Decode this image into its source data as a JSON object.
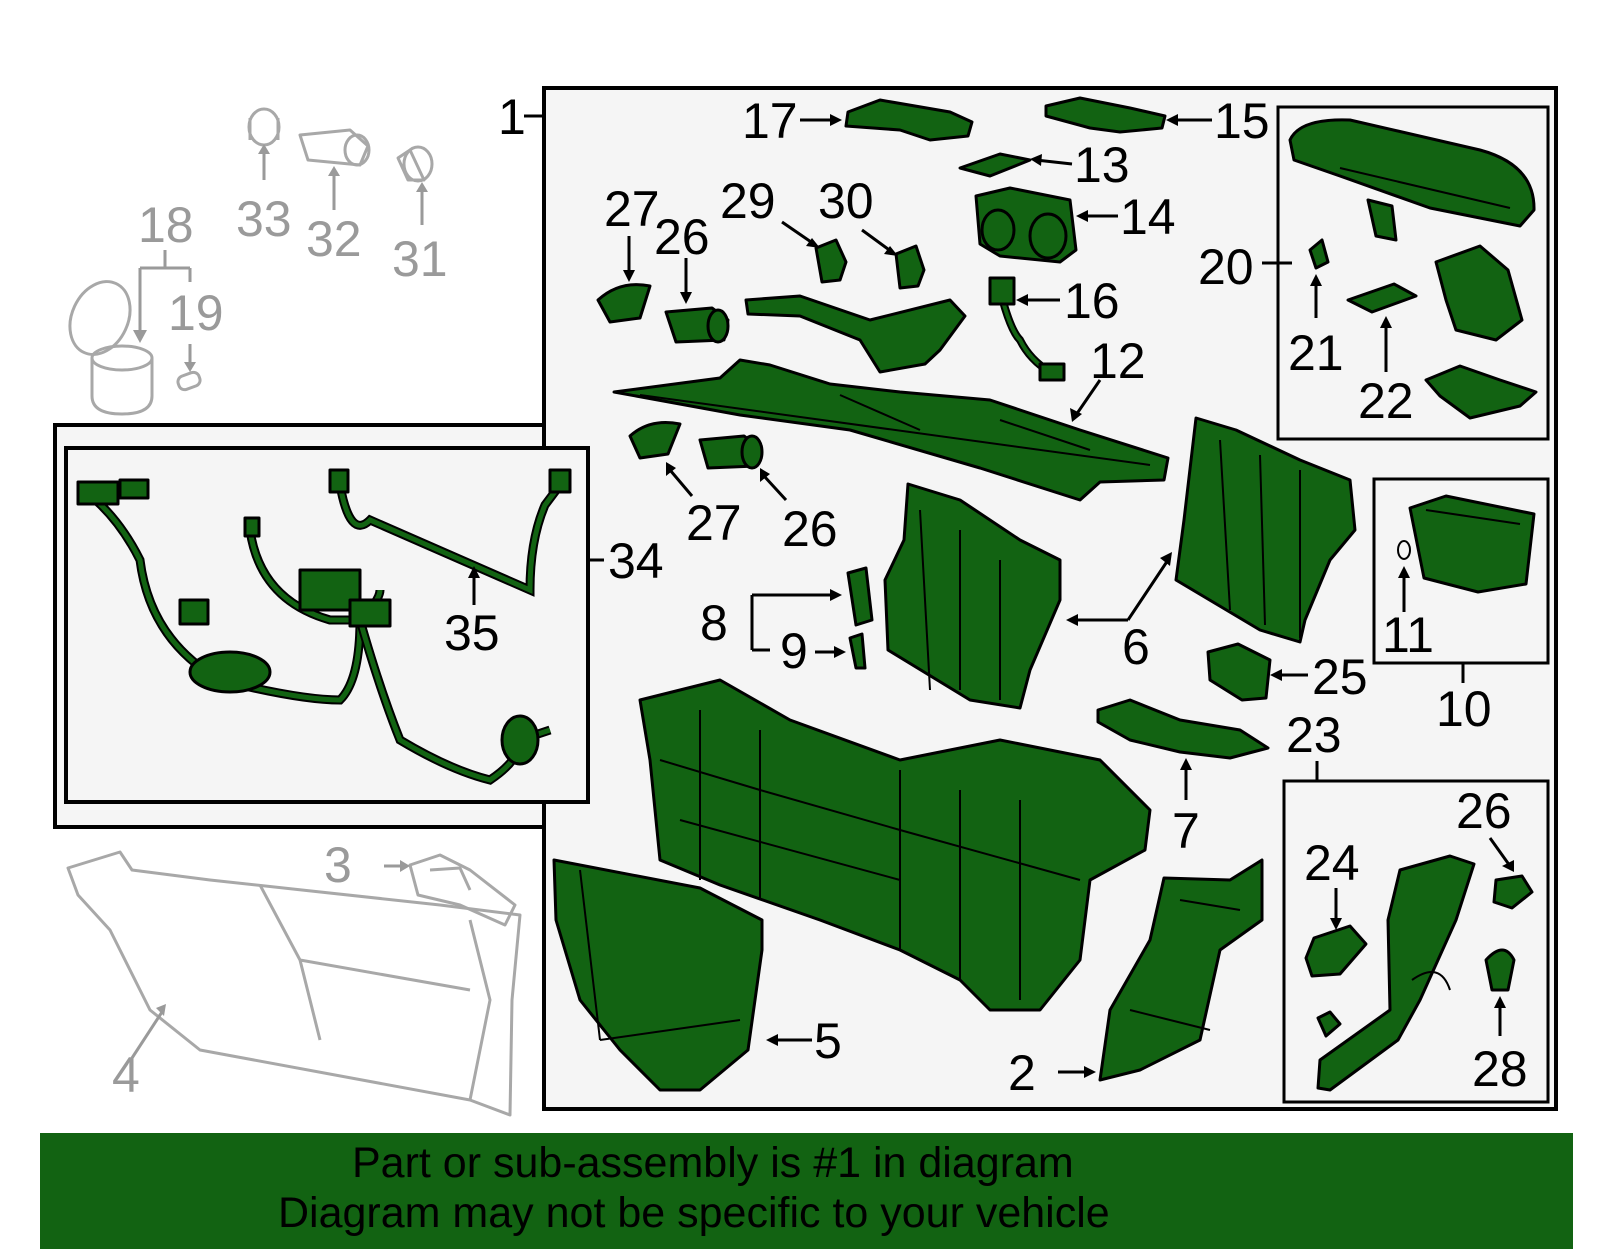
{
  "diagram": {
    "callouts": {
      "c1": "1",
      "c2": "2",
      "c3": "3",
      "c4": "4",
      "c5": "5",
      "c6": "6",
      "c7": "7",
      "c8": "8",
      "c9": "9",
      "c10": "10",
      "c11": "11",
      "c12": "12",
      "c13": "13",
      "c14": "14",
      "c15": "15",
      "c16": "16",
      "c17": "17",
      "c18": "18",
      "c19": "19",
      "c20": "20",
      "c21": "21",
      "c22": "22",
      "c23": "23",
      "c24": "24",
      "c25": "25",
      "c26a": "26",
      "c26b": "26",
      "c26c": "26",
      "c27a": "27",
      "c27b": "27",
      "c28": "28",
      "c29": "29",
      "c30": "30",
      "c31": "31",
      "c32": "32",
      "c33": "33",
      "c34": "34",
      "c35": "35"
    },
    "colors": {
      "part_fill": "#126312",
      "ghost": "#a8a8a8",
      "panel": "#f5f5f5"
    }
  },
  "footer": {
    "line1": "Part or sub-assembly is #1 in diagram",
    "line2": "Diagram may not be specific to your vehicle"
  }
}
